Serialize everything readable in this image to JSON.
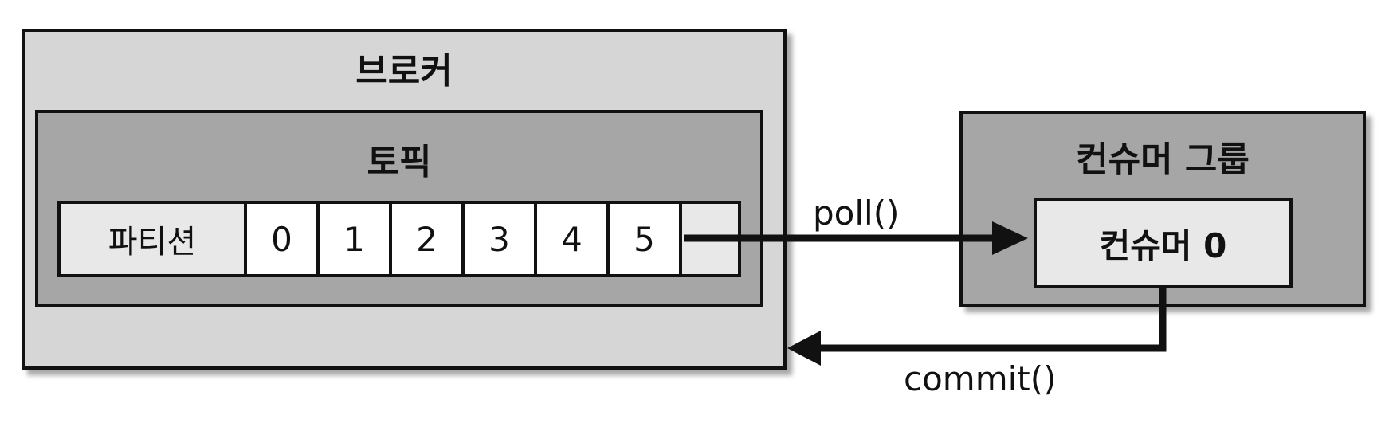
{
  "broker": {
    "title": "브로커"
  },
  "topic": {
    "title": "토픽",
    "partition_label": "파티션",
    "offsets": [
      "0",
      "1",
      "2",
      "3",
      "4",
      "5"
    ]
  },
  "consumer_group": {
    "title": "컨슈머 그룹",
    "consumer_label": "컨슈머 0"
  },
  "arrows": {
    "poll_label": "poll()",
    "commit_label": "commit()"
  },
  "colors": {
    "broker_fill": "#d6d6d6",
    "topic_fill": "#a6a6a6",
    "light_fill": "#e8e8e8",
    "stroke": "#111111"
  }
}
